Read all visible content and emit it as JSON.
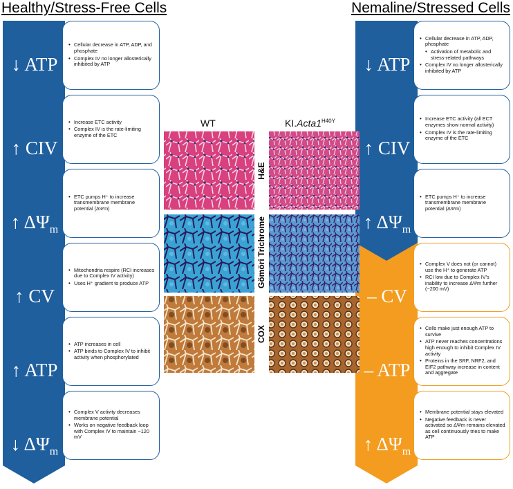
{
  "title_left": "Healthy/Stress-Free Cells",
  "title_right": "Nemaline/Stressed Cells",
  "colors": {
    "blue": "#1f5f9e",
    "orange": "#f39c1f"
  },
  "left_steps": [
    {
      "arrow": "↓",
      "symbol": "ATP",
      "sub": "",
      "bullets": [
        "Cellular decrease in ATP, ADP, and phosphate",
        "Complex IV no longer allosterically inhibited by ATP"
      ]
    },
    {
      "arrow": "↑",
      "symbol": "CIV",
      "sub": "",
      "bullets": [
        "Increase ETC activity",
        "Complex IV is the rate-limiting enzyme of the ETC"
      ]
    },
    {
      "arrow": "↑",
      "symbol": "ΔΨ",
      "sub": "m",
      "bullets": [
        "ETC pumps H⁺ to increase transmembrane membrane potential (ΔΨm)"
      ]
    },
    {
      "arrow": "↑",
      "symbol": "CV",
      "sub": "",
      "bullets": [
        "Mitochondria respire (RCI increases due to Complex IV activity)",
        "Uses H⁺ gradient to produce ATP"
      ]
    },
    {
      "arrow": "↑",
      "symbol": "ATP",
      "sub": "",
      "bullets": [
        "ATP increases in cell",
        "ATP binds to Complex IV to inhibit activity when phosphorylated"
      ]
    },
    {
      "arrow": "↓",
      "symbol": "ΔΨ",
      "sub": "m",
      "bullets": [
        "Complex V activity decreases membrane potential",
        "Works on negative feedback loop with Complex IV to maintain ~120 mV"
      ]
    }
  ],
  "right_steps": [
    {
      "arrow": "↓",
      "symbol": "ATP",
      "sub": "",
      "color": "blue",
      "bullets": [
        "Cellular decrease in ATP, ADP, phosphate",
        "Activation of metabolic and stress-related pathways",
        "Complex IV no longer allosterically inhibited by ATP"
      ]
    },
    {
      "arrow": "↑",
      "symbol": "CIV",
      "sub": "",
      "color": "blue",
      "bullets": [
        "Increase ETC activity (all ECT enzymes show normal activity)",
        "Complex IV is the rate-limiting enzyme of the ETC"
      ]
    },
    {
      "arrow": "↑",
      "symbol": "ΔΨ",
      "sub": "m",
      "color": "blue",
      "bullets": [
        "ETC pumps H⁺ to increase transmembrane membrane potential (ΔΨm)"
      ]
    },
    {
      "arrow": "–",
      "symbol": "CV",
      "sub": "",
      "color": "orange",
      "bullets": [
        "Complex V does not (or cannot) use the H⁺ to generate ATP",
        "RCI low due to Complex IV's inability to increase ΔΨm further (~200 mV)"
      ]
    },
    {
      "arrow": "–",
      "symbol": "ATP",
      "sub": "",
      "color": "orange",
      "bullets": [
        "Cells make just enough ATP to survive",
        "ATP never reaches concentrations high enough to inhibit Complex IV activity",
        "Proteins in the SRF, NRF2, and EIF2 pathway increase in content and aggregate"
      ]
    },
    {
      "arrow": "↑",
      "symbol": "ΔΨ",
      "sub": "m",
      "color": "orange",
      "bullets": [
        "Membrane potential stays elevated",
        "Negative feedback is never activated so ΔΨm remains elevated as cell continuously tries to make ATP"
      ]
    }
  ],
  "center": {
    "wt_label": "WT",
    "ki_prefix": "KI.",
    "ki_gene": "Acta1",
    "ki_sup": "H40Y",
    "row_labels": [
      "H&E",
      "Gömöri Trichrome",
      "COX"
    ]
  }
}
